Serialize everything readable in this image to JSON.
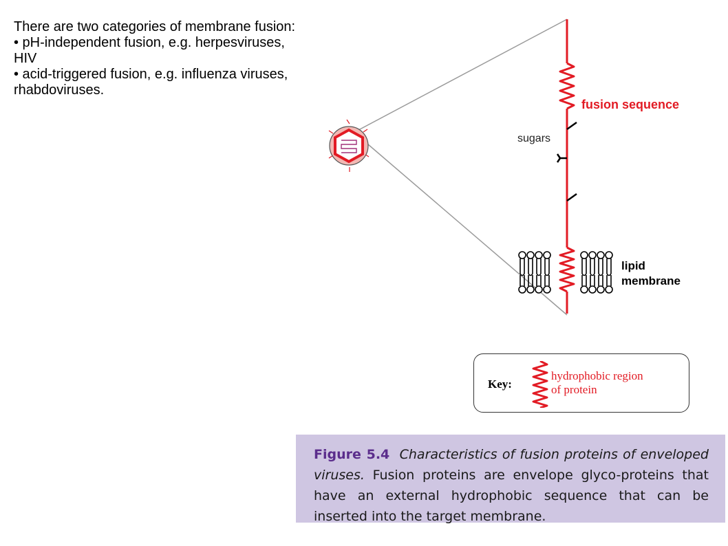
{
  "intro": {
    "heading": "There are two categories of membrane fusion:",
    "bullets": [
      "• pH-independent fusion, e.g. herpesviruses, HIV",
      "• acid-triggered fusion, e.g. influenza viruses, rhabdoviruses."
    ]
  },
  "diagram": {
    "fusion_sequence_label": "fusion sequence",
    "sugars_label": "sugars",
    "lipid_label_line1": "lipid",
    "lipid_label_line2": "membrane",
    "colors": {
      "protein_red": "#e21b24",
      "virion_fill": "#f2b8b3",
      "zoom_lines": "#9a9a9a"
    }
  },
  "key": {
    "title": "Key:",
    "line1": "hydrophobic region",
    "line2": "of protein"
  },
  "caption": {
    "label": "Figure 5.4",
    "title": "Characteristics of fusion proteins of enveloped viruses.",
    "body": "Fusion proteins are envelope glyco-proteins that have an external hydrophobic sequence that can be inserted into the target membrane.",
    "background": "#cfc6e2"
  }
}
